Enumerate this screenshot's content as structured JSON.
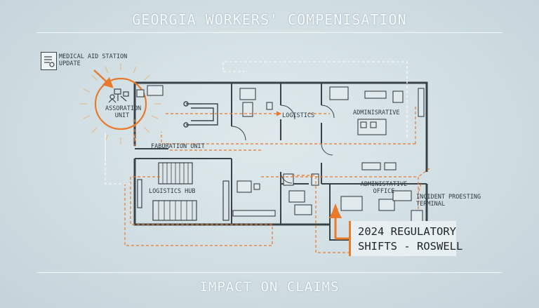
{
  "header": {
    "title": "GEORGIA WORKERS' COMPENISATION"
  },
  "footer": {
    "text": "IMPACT ON CLAIMS"
  },
  "labels": {
    "medical_aid": "MEDICAL AID STATION\nUPDATE",
    "assoration": "ASSORATION\nUNIT",
    "logistics": "LOGISTICS",
    "administrative": "ADMINISRATIVE",
    "fabrication": "FABURATION UNIT",
    "logistics_hub": "LOGISTICS HUB",
    "admin_office": "ADMINISTATIVE\nOFFICE",
    "incident": "INCIDENT PROESTING\nTERMINAL"
  },
  "callout": {
    "line1": "2024 REGULATORY",
    "line2": "SHIFTS - ROSWELL"
  },
  "colors": {
    "accent": "#e87a2c",
    "wall": "#3a4249",
    "background": "#d6e2e6"
  }
}
